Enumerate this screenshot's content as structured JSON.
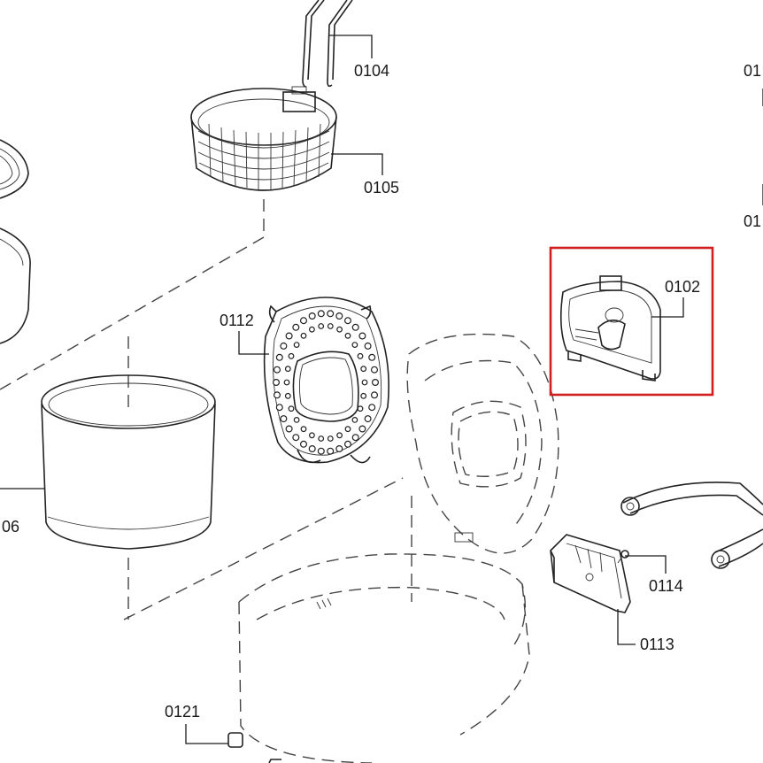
{
  "diagram": {
    "labels": {
      "p0102": "0102",
      "p0104": "0104",
      "p0105": "0105",
      "p0112": "0112",
      "p0113": "0113",
      "p0114": "0114",
      "p0121": "0121",
      "p06": "06",
      "p01_top": "01",
      "p01_mid": "01"
    },
    "highlight": {
      "part": "0102",
      "color": "#d11f1f"
    }
  }
}
